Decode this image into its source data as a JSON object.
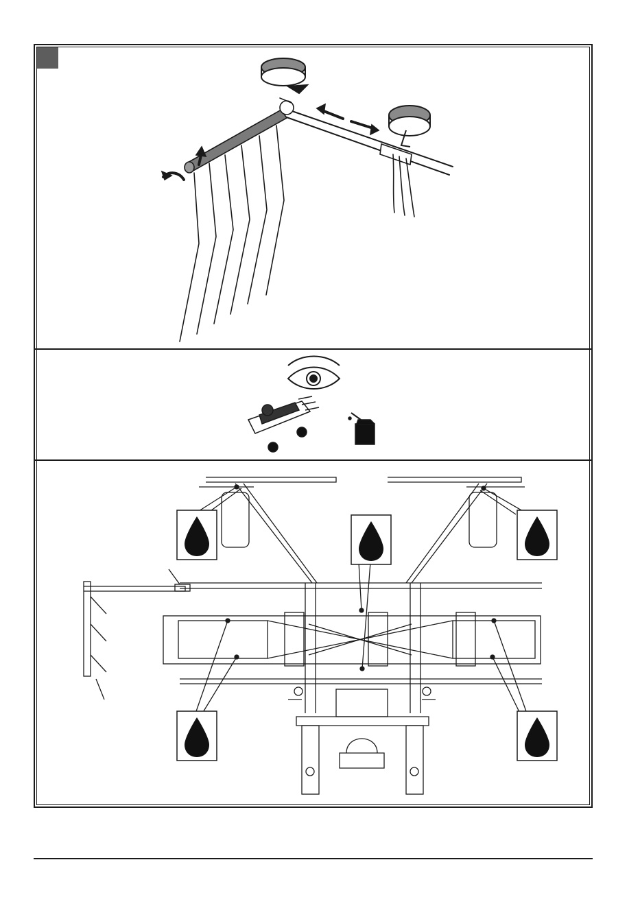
{
  "figure": {
    "panels": [
      {
        "id": "rake-arm-adjustment",
        "icons": [
          "rotate-cw-icon",
          "rotate-ccw-icon",
          "double-arrow-icon",
          "tilt-arrow-icon"
        ]
      },
      {
        "id": "inspection-lubrication",
        "icons": [
          "eye-icon",
          "machine-icon",
          "oil-can-icon"
        ]
      },
      {
        "id": "lubrication-points",
        "icons": [
          "oil-drop-icon"
        ],
        "oil_drop_count": 5
      }
    ],
    "colors": {
      "line": "#1a1a1a",
      "marker": "#5d5d5d",
      "oil": "#111111"
    }
  }
}
